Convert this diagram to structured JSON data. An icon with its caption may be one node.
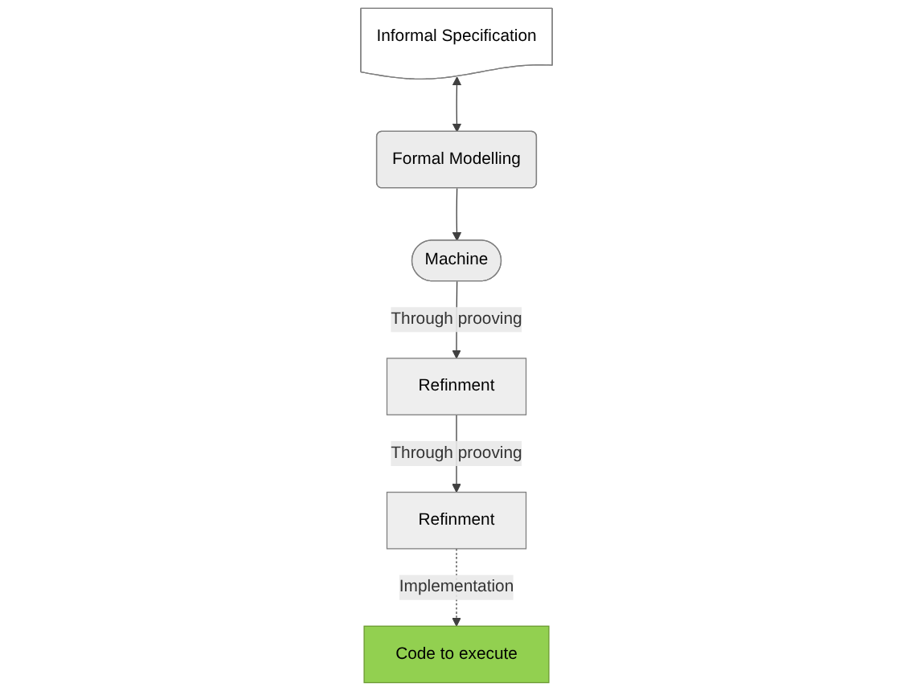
{
  "diagram": {
    "nodes": [
      {
        "text": [
          "Informal Specification"
        ]
      },
      {
        "text": [
          "Formal Modelling"
        ]
      },
      {
        "text": [
          "Machine"
        ]
      },
      {
        "text": [
          "Refinment"
        ]
      },
      {
        "text": [
          "Refinment"
        ]
      },
      {
        "text": [
          "Code to execute"
        ]
      }
    ],
    "edges": [
      {
        "from": 0,
        "to": 1,
        "arrow": "both"
      },
      {
        "from": 1,
        "to": 2,
        "arrow": "to"
      },
      {
        "from": 2,
        "to": 3,
        "arrow": "to",
        "label": "Through prooving"
      },
      {
        "from": 3,
        "to": 4,
        "arrow": "to",
        "label": "Through prooving"
      },
      {
        "from": 4,
        "to": 5,
        "arrow": "to",
        "label": "Implementation",
        "style": "dashed"
      }
    ]
  }
}
